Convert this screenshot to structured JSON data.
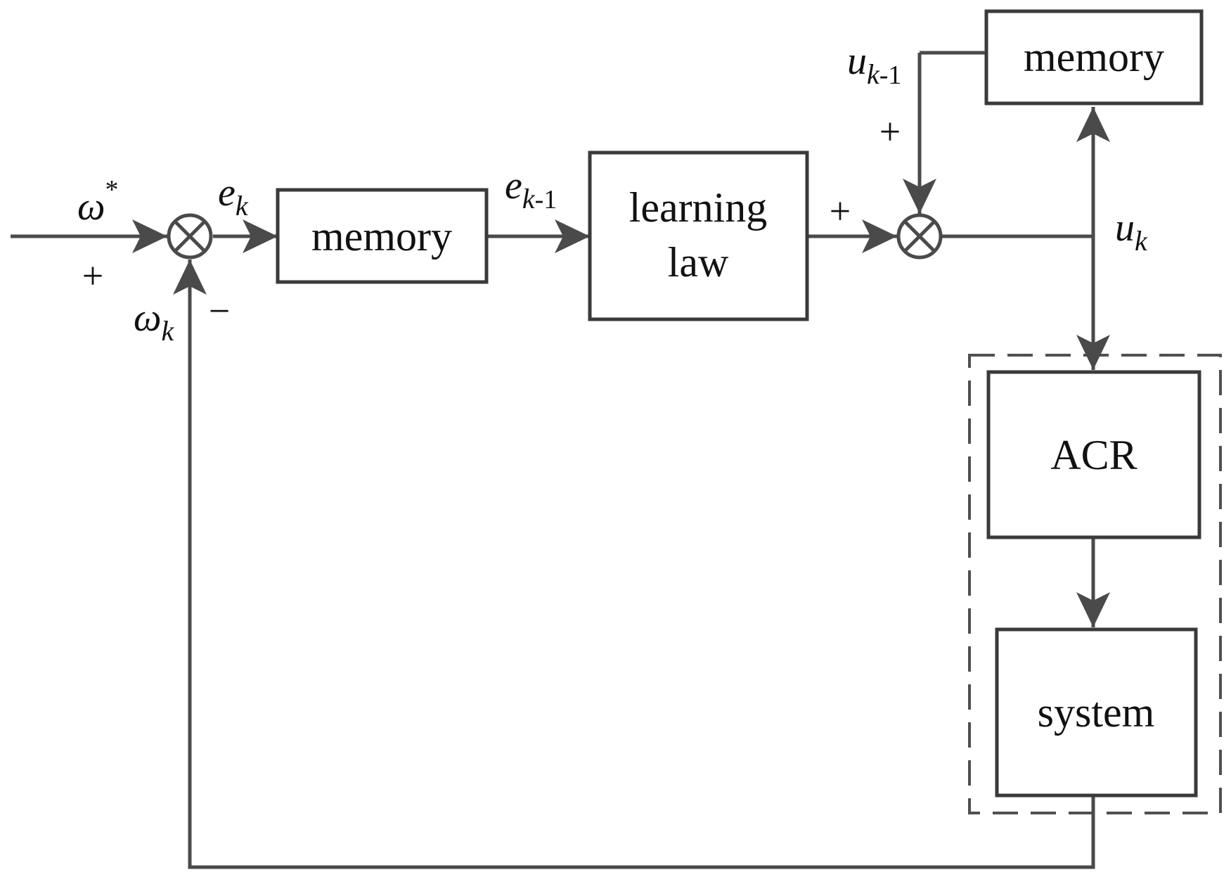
{
  "blocks": {
    "memory_error": "memory",
    "learning_law_line1": "learning",
    "learning_law_line2": "law",
    "memory_control": "memory",
    "acr": "ACR",
    "system": "system"
  },
  "signals": {
    "reference": {
      "base": "ω",
      "superscript": "*"
    },
    "error": {
      "base": "e",
      "subscript": "k"
    },
    "prev_error": {
      "base": "e",
      "subscript_italic": "k",
      "subscript_plain": "-1"
    },
    "prev_control": {
      "base": "u",
      "subscript_italic": "k",
      "subscript_plain": "-1"
    },
    "control": {
      "base": "u",
      "subscript": "k"
    },
    "feedback": {
      "base": "ω",
      "subscript": "k"
    }
  },
  "signs": {
    "sum1_reference": "+",
    "sum1_feedback": "−",
    "sum2_learning": "+",
    "sum2_prev_control": "+"
  },
  "colors": {
    "line": "#4a4a4a",
    "box_border": "#3a3a3a",
    "text": "#111111"
  }
}
